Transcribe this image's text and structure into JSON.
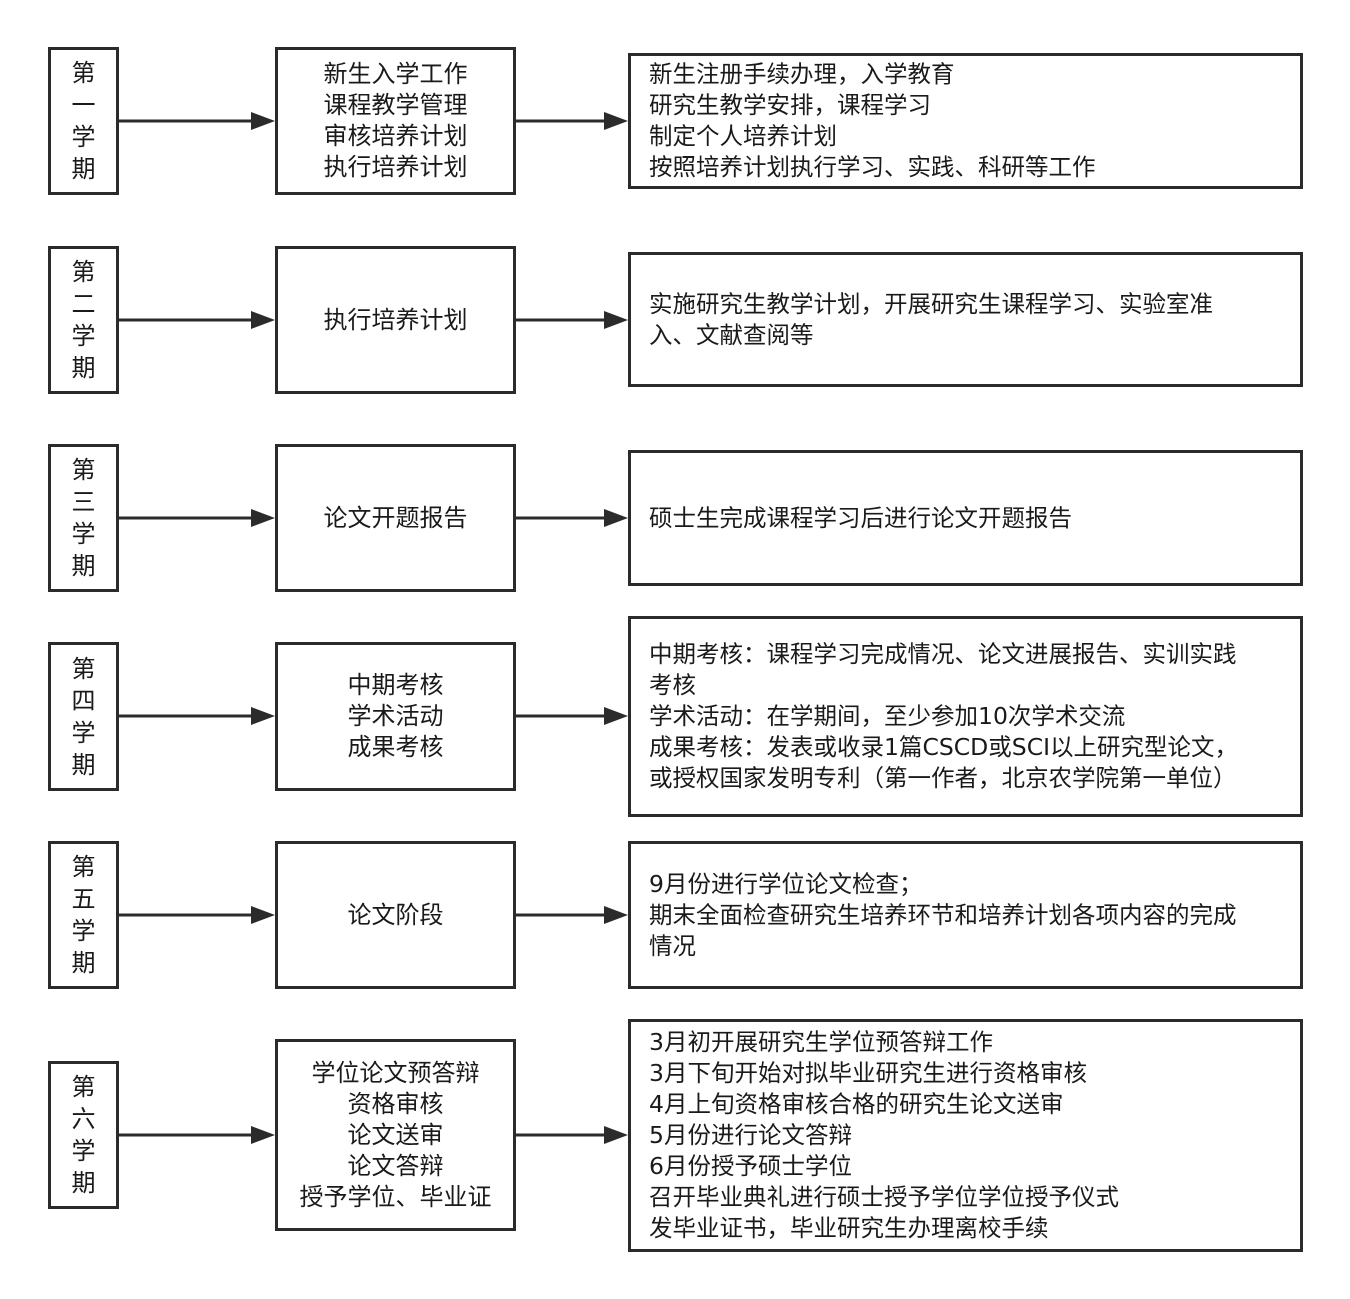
{
  "rows": [
    {
      "term": [
        "第",
        "一",
        "学",
        "期"
      ],
      "tasks": [
        "新生入学工作",
        "课程教学管理",
        "审核培养计划",
        "执行培养计划"
      ],
      "details": [
        "新生注册手续办理，入学教育",
        "研究生教学安排，课程学习",
        "制定个人培养计划",
        "按照培养计划执行学习、实践、科研等工作"
      ]
    },
    {
      "term": [
        "第",
        "二",
        "学",
        "期"
      ],
      "tasks": [
        "执行培养计划"
      ],
      "details": [
        "实施研究生教学计划，开展研究生课程学习、实验室准",
        "入、文献查阅等"
      ]
    },
    {
      "term": [
        "第",
        "三",
        "学",
        "期"
      ],
      "tasks": [
        "论文开题报告"
      ],
      "details": [
        "硕士生完成课程学习后进行论文开题报告"
      ]
    },
    {
      "term": [
        "第",
        "四",
        "学",
        "期"
      ],
      "tasks": [
        "中期考核",
        "学术活动",
        "成果考核"
      ],
      "details": [
        "中期考核：课程学习完成情况、论文进展报告、实训实践",
        "考核",
        "学术活动：在学期间，至少参加10次学术交流",
        "成果考核：发表或收录1篇CSCD或SCI以上研究型论文，",
        "或授权国家发明专利（第一作者，北京农学院第一单位）"
      ]
    },
    {
      "term": [
        "第",
        "五",
        "学",
        "期"
      ],
      "tasks": [
        "论文阶段"
      ],
      "details": [
        "9月份进行学位论文检查；",
        "期末全面检查研究生培养环节和培养计划各项内容的完成",
        "情况"
      ]
    },
    {
      "term": [
        "第",
        "六",
        "学",
        "期"
      ],
      "tasks": [
        "学位论文预答辩",
        "资格审核",
        "论文送审",
        "论文答辩",
        "授予学位、毕业证"
      ],
      "details": [
        "3月初开展研究生学位预答辩工作",
        "3月下旬开始对拟毕业研究生进行资格审核",
        "4月上旬资格审核合格的研究生论文送审",
        "5月份进行论文答辩",
        "6月份授予硕士学位",
        "召开毕业典礼进行硕士授予学位学位授予仪式",
        "发毕业证书，毕业研究生办理离校手续"
      ]
    }
  ]
}
